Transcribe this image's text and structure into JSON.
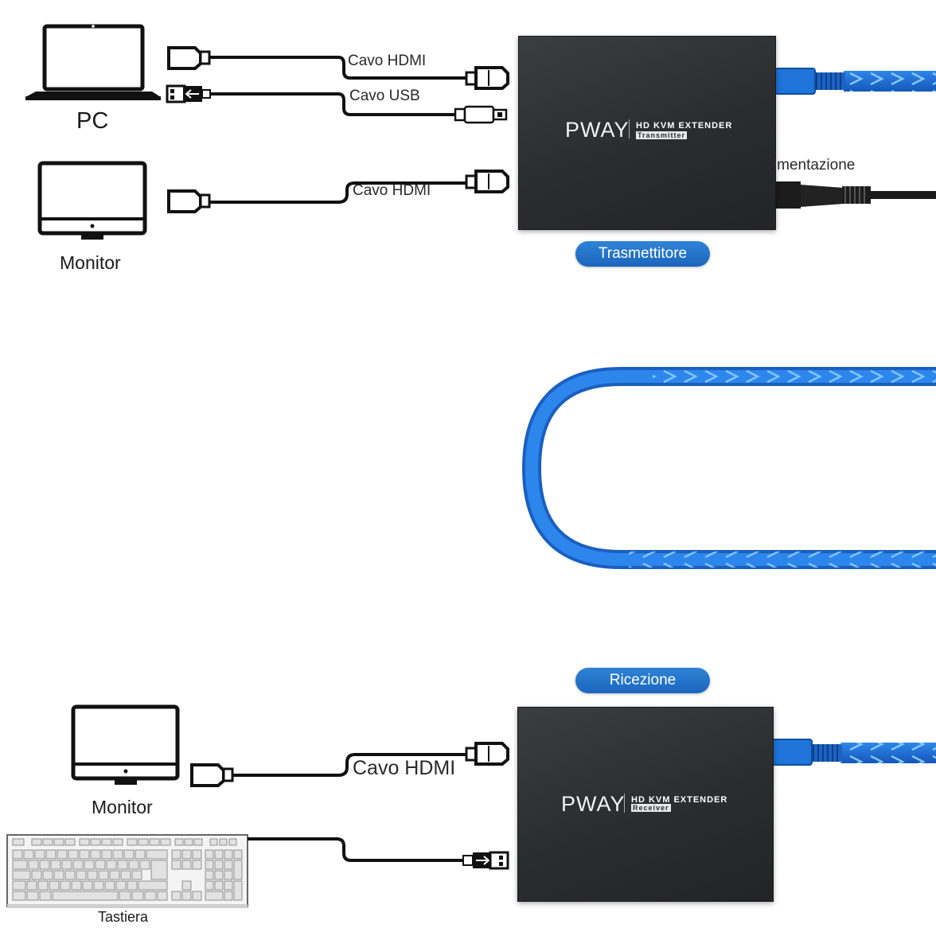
{
  "top": {
    "pc_label": "PC",
    "monitor_label": "Monitor",
    "cable_hdmi_1": "Cavo HDMI",
    "cable_usb": "Cavo USB",
    "cable_hdmi_2": "Cavo HDMI",
    "power_label": "Alimentazione",
    "device": {
      "brand": "PWAY",
      "model": "HD KVM EXTENDER",
      "sub": "Transmitter"
    },
    "pill": "Trasmettitore"
  },
  "bottom": {
    "pill": "Ricezione",
    "monitor_label": "Monitor",
    "keyboard_label": "Tastiera",
    "cable_hdmi": "Cavo HDMI",
    "device": {
      "brand": "PWAY",
      "model": "HD KVM EXTENDER",
      "sub": "Receiver"
    }
  },
  "colors": {
    "cable_blue": "#1f6fd6",
    "device_body": "#2d2e30",
    "pill_blue": "#2175c9"
  }
}
